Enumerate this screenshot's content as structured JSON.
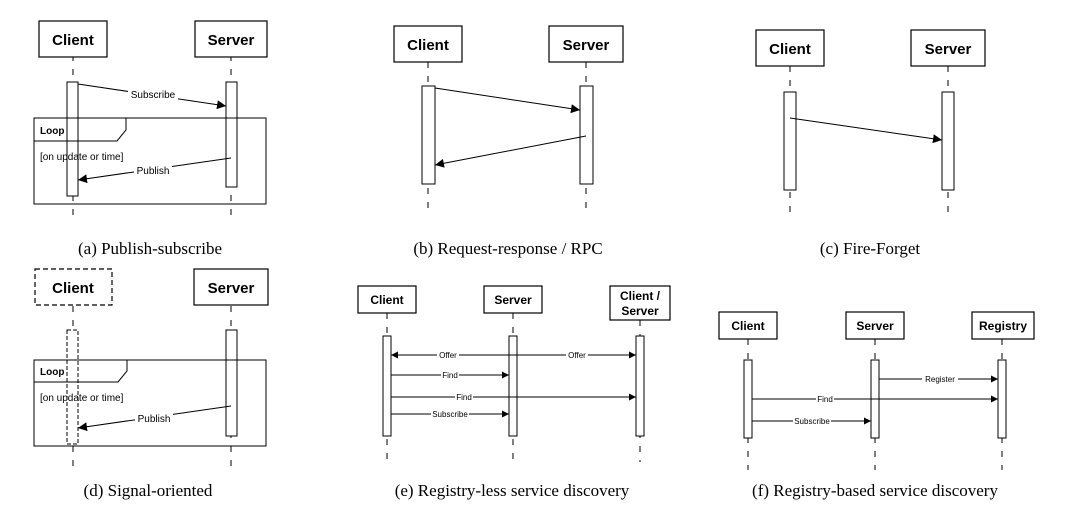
{
  "captions": {
    "a": "(a) Publish-subscribe",
    "b": "(b) Request-response / RPC",
    "c": "(c) Fire-Forget",
    "d": "(d) Signal-oriented",
    "e": "(e) Registry-less service discovery",
    "f": "(f) Registry-based service discovery"
  },
  "a": {
    "client": "Client",
    "server": "Server",
    "subscribe": "Subscribe",
    "loop": "Loop",
    "guard": "[on update or time]",
    "publish": "Publish"
  },
  "b": {
    "client": "Client",
    "server": "Server"
  },
  "c": {
    "client": "Client",
    "server": "Server"
  },
  "d": {
    "client": "Client",
    "server": "Server",
    "loop": "Loop",
    "guard": "[on update or time]",
    "publish": "Publish"
  },
  "e": {
    "client": "Client",
    "server": "Server",
    "client_server_line1": "Client /",
    "client_server_line2": "Server",
    "offer_left": "Offer",
    "offer_right": "Offer",
    "find1": "Find",
    "find2": "Find",
    "subscribe": "Subscribe"
  },
  "f": {
    "client": "Client",
    "server": "Server",
    "registry": "Registry",
    "register": "Register",
    "find": "Find",
    "subscribe": "Subscribe"
  }
}
